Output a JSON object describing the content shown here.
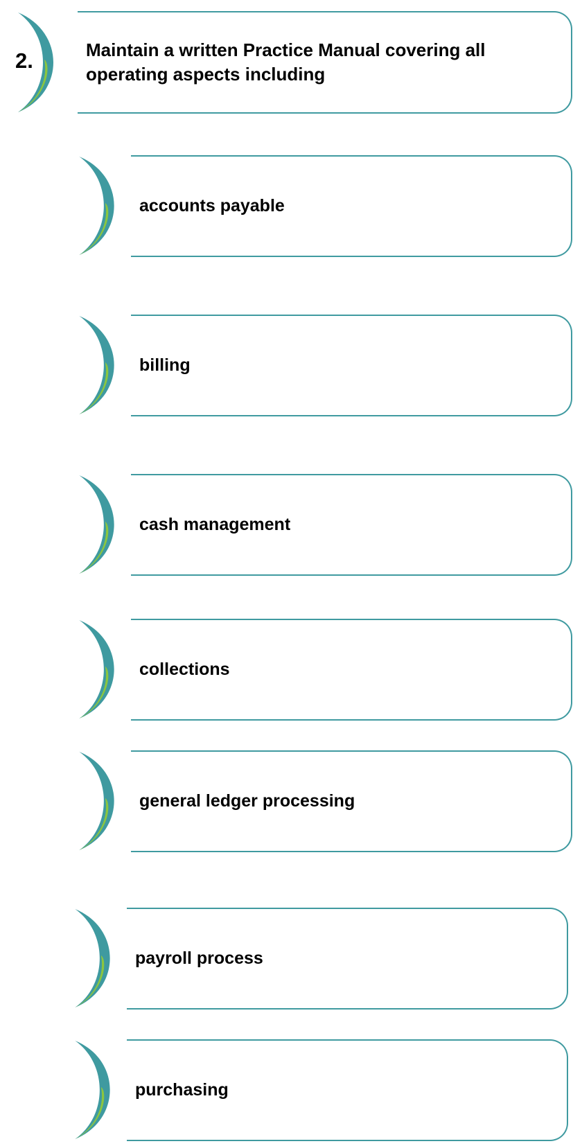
{
  "colors": {
    "teal": "#3f9aa0",
    "green": "#8cc63f",
    "text": "#000000"
  },
  "main": {
    "number": "2.",
    "text": "Maintain a written Practice Manual covering all operating aspects including"
  },
  "items": [
    {
      "label": "accounts payable"
    },
    {
      "label": "billing"
    },
    {
      "label": "cash management"
    },
    {
      "label": "collections"
    },
    {
      "label": "general ledger processing"
    },
    {
      "label": "payroll process"
    },
    {
      "label": "purchasing"
    }
  ]
}
